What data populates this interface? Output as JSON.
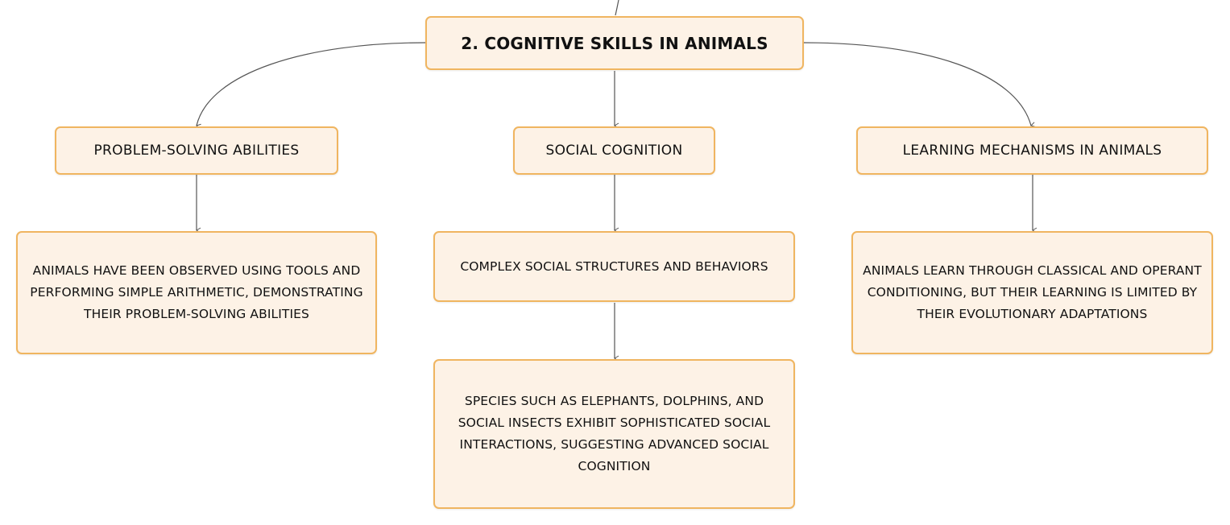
{
  "colors": {
    "node_fill": "#fdf2e6",
    "node_border": "#f0b560",
    "connector": "#555555",
    "text": "#111111"
  },
  "root": {
    "title": "2. COGNITIVE SKILLS IN ANIMALS"
  },
  "branches": {
    "problem_solving": {
      "title": "PROBLEM-SOLVING ABILITIES",
      "details": [
        "ANIMALS HAVE BEEN OBSERVED USING TOOLS AND PERFORMING SIMPLE ARITHMETIC, DEMONSTRATING THEIR PROBLEM-SOLVING ABILITIES"
      ]
    },
    "social_cognition": {
      "title": "SOCIAL COGNITION",
      "details": [
        "COMPLEX SOCIAL STRUCTURES AND BEHAVIORS",
        "SPECIES SUCH AS ELEPHANTS, DOLPHINS, AND SOCIAL INSECTS EXHIBIT SOPHISTICATED SOCIAL INTERACTIONS, SUGGESTING ADVANCED SOCIAL COGNITION"
      ]
    },
    "learning_mechanisms": {
      "title": "LEARNING MECHANISMS IN ANIMALS",
      "details": [
        "ANIMALS LEARN THROUGH CLASSICAL AND OPERANT CONDITIONING, BUT THEIR LEARNING IS LIMITED BY THEIR EVOLUTIONARY ADAPTATIONS"
      ]
    }
  }
}
